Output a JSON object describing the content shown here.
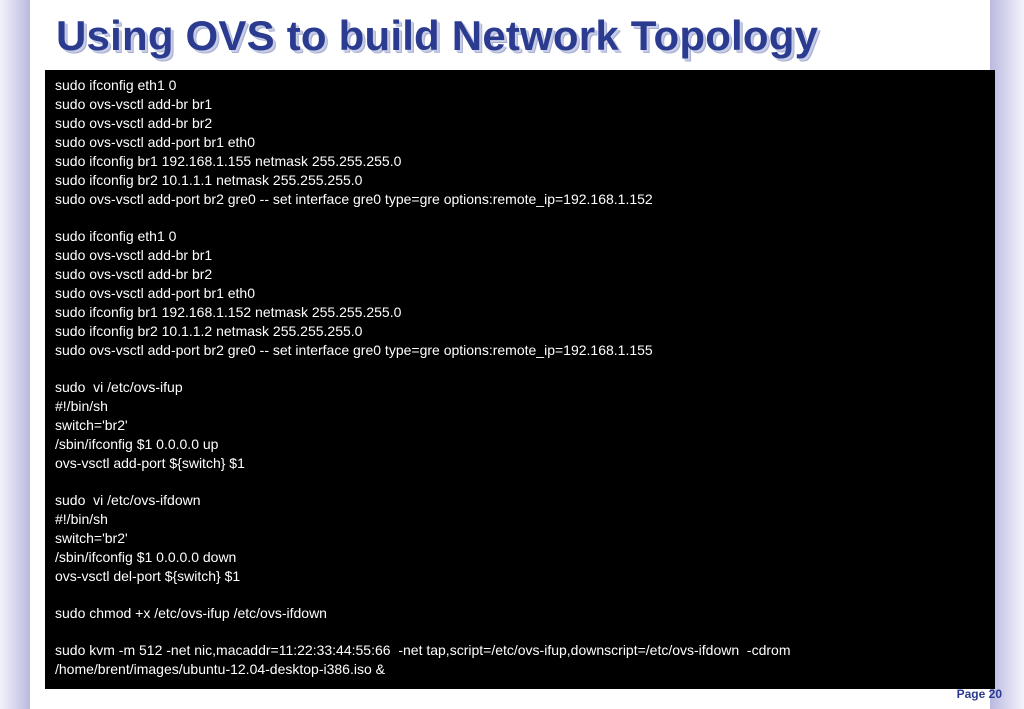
{
  "slide": {
    "title": "Using OVS to build Network Topology",
    "page_label": "Page 20"
  },
  "terminal": {
    "blocks": [
      {
        "lines": [
          "sudo ifconfig eth1 0",
          "sudo ovs-vsctl add-br br1",
          "sudo ovs-vsctl add-br br2",
          "sudo ovs-vsctl add-port br1 eth0",
          "sudo ifconfig br1 192.168.1.155 netmask 255.255.255.0",
          "sudo ifconfig br2 10.1.1.1 netmask 255.255.255.0",
          "sudo ovs-vsctl add-port br2 gre0 -- set interface gre0 type=gre options:remote_ip=192.168.1.152"
        ]
      },
      {
        "lines": [
          "sudo ifconfig eth1 0",
          "sudo ovs-vsctl add-br br1",
          "sudo ovs-vsctl add-br br2",
          "sudo ovs-vsctl add-port br1 eth0",
          "sudo ifconfig br1 192.168.1.152 netmask 255.255.255.0",
          "sudo ifconfig br2 10.1.1.2 netmask 255.255.255.0",
          "sudo ovs-vsctl add-port br2 gre0 -- set interface gre0 type=gre options:remote_ip=192.168.1.155"
        ]
      },
      {
        "lines": [
          "sudo  vi /etc/ovs-ifup",
          "#!/bin/sh",
          "switch='br2'",
          "/sbin/ifconfig $1 0.0.0.0 up",
          "ovs-vsctl add-port ${switch} $1"
        ]
      },
      {
        "lines": [
          "sudo  vi /etc/ovs-ifdown",
          "#!/bin/sh",
          "switch='br2'",
          "/sbin/ifconfig $1 0.0.0.0 down",
          "ovs-vsctl del-port ${switch} $1"
        ]
      },
      {
        "lines": [
          "sudo chmod +x /etc/ovs-ifup /etc/ovs-ifdown"
        ]
      },
      {
        "lines": [
          "sudo kvm -m 512 -net nic,macaddr=11:22:33:44:55:66  -net tap,script=/etc/ovs-ifup,downscript=/etc/ovs-ifdown  -cdrom",
          "/home/brent/images/ubuntu-12.04-desktop-i386.iso &"
        ]
      }
    ]
  }
}
